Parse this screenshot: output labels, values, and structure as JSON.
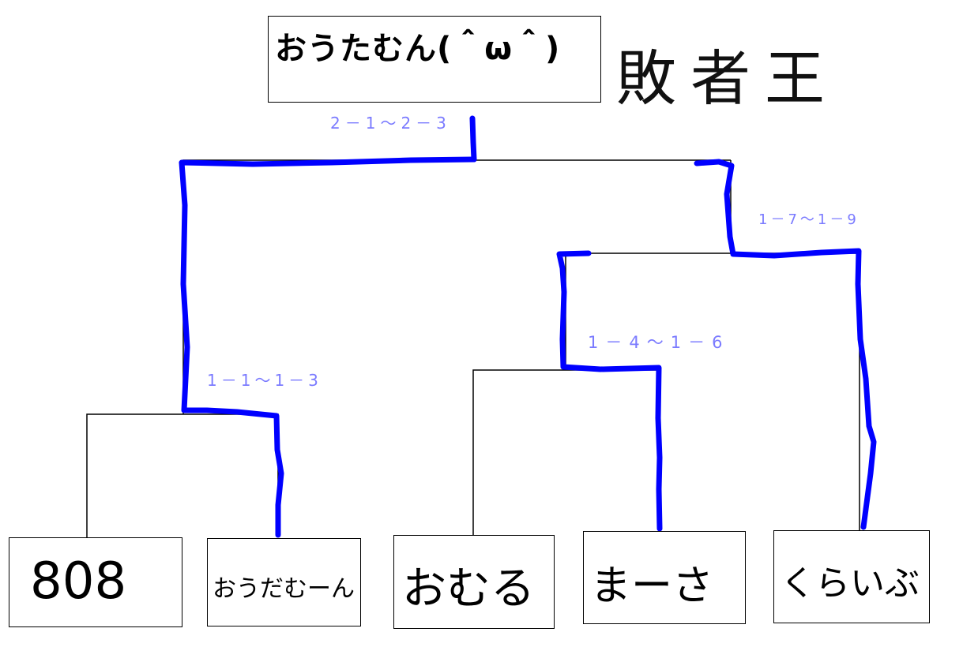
{
  "title": "敗者王",
  "champion": "おうたむん(＾ω＾)",
  "players": [
    "808",
    "おうだむーん",
    "おむる",
    "まーさ",
    "くらいぶ"
  ],
  "matches": {
    "final": "2－1～2－3",
    "right_semi": "1－7～1－9",
    "right_quarter": "1－4～1－6",
    "left_quarter": "1－1～1－3"
  },
  "colors": {
    "path": "#0000ff",
    "match_label": "#7b7bff",
    "line": "#000000"
  }
}
